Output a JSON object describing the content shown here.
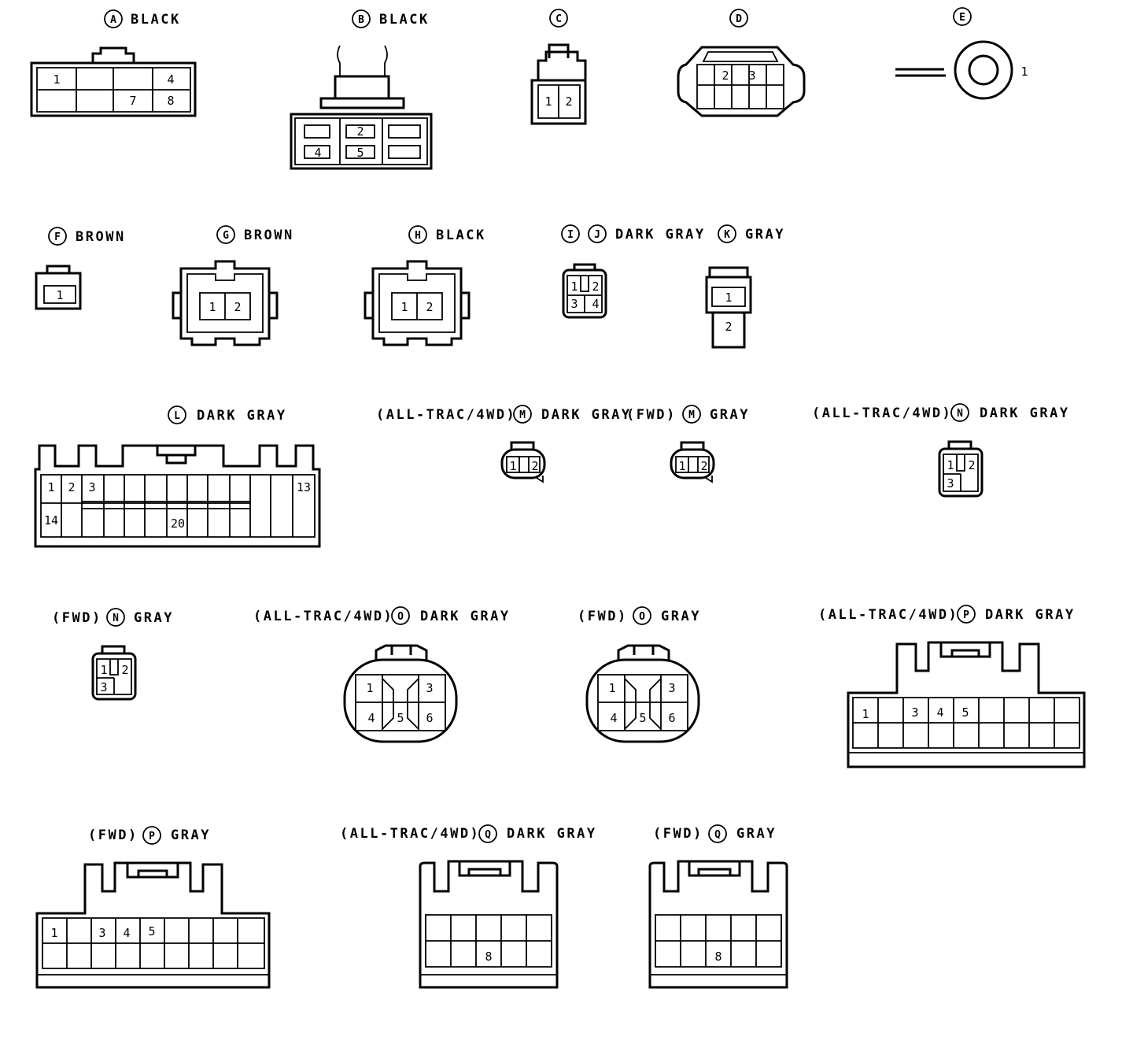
{
  "connectors": {
    "A": {
      "letter": "A",
      "color": "BLACK",
      "pins": [
        "1",
        "4",
        "7",
        "8"
      ]
    },
    "B": {
      "letter": "B",
      "color": "BLACK",
      "pins": [
        "2",
        "4",
        "5"
      ]
    },
    "C": {
      "letter": "C",
      "pins": [
        "1",
        "2"
      ]
    },
    "D": {
      "letter": "D",
      "pins": [
        "2",
        "3"
      ]
    },
    "E": {
      "letter": "E",
      "pins": [
        "1"
      ]
    },
    "F": {
      "letter": "F",
      "color": "BROWN",
      "pins": [
        "1"
      ]
    },
    "G": {
      "letter": "G",
      "color": "BROWN",
      "pins": [
        "1",
        "2"
      ]
    },
    "H": {
      "letter": "H",
      "color": "BLACK",
      "pins": [
        "1",
        "2"
      ]
    },
    "IJ": {
      "letters": [
        "I",
        "J"
      ],
      "color": "DARK GRAY",
      "pins": [
        "1",
        "2",
        "3",
        "4"
      ]
    },
    "K": {
      "letter": "K",
      "color": "GRAY",
      "pins": [
        "1",
        "2"
      ]
    },
    "L": {
      "letter": "L",
      "color": "DARK GRAY",
      "pins": [
        "1",
        "2",
        "3",
        "13",
        "14",
        "20"
      ]
    },
    "M1": {
      "variant": "(ALL-TRAC/4WD)",
      "letter": "M",
      "color": "DARK GRAY",
      "pins": [
        "1",
        "2"
      ]
    },
    "M2": {
      "variant": "(FWD)",
      "letter": "M",
      "color": "GRAY",
      "pins": [
        "1",
        "2"
      ]
    },
    "N1": {
      "variant": "(ALL-TRAC/4WD)",
      "letter": "N",
      "color": "DARK GRAY",
      "pins": [
        "1",
        "2",
        "3"
      ]
    },
    "N2": {
      "variant": "(FWD)",
      "letter": "N",
      "color": "GRAY",
      "pins": [
        "1",
        "2",
        "3"
      ]
    },
    "O1": {
      "variant": "(ALL-TRAC/4WD)",
      "letter": "O",
      "color": "DARK GRAY",
      "pins": [
        "1",
        "3",
        "4",
        "5",
        "6"
      ]
    },
    "O2": {
      "variant": "(FWD)",
      "letter": "O",
      "color": "GRAY",
      "pins": [
        "1",
        "3",
        "4",
        "5",
        "6"
      ]
    },
    "P1": {
      "variant": "(ALL-TRAC/4WD)",
      "letter": "P",
      "color": "DARK GRAY",
      "pins": [
        "1",
        "3",
        "4",
        "5"
      ]
    },
    "P2": {
      "variant": "(FWD)",
      "letter": "P",
      "color": "GRAY",
      "pins": [
        "1",
        "3",
        "4",
        "5"
      ]
    },
    "Q1": {
      "variant": "(ALL-TRAC/4WD)",
      "letter": "Q",
      "color": "DARK GRAY",
      "pins": [
        "8"
      ]
    },
    "Q2": {
      "variant": "(FWD)",
      "letter": "Q",
      "color": "GRAY",
      "pins": [
        "8"
      ]
    }
  }
}
